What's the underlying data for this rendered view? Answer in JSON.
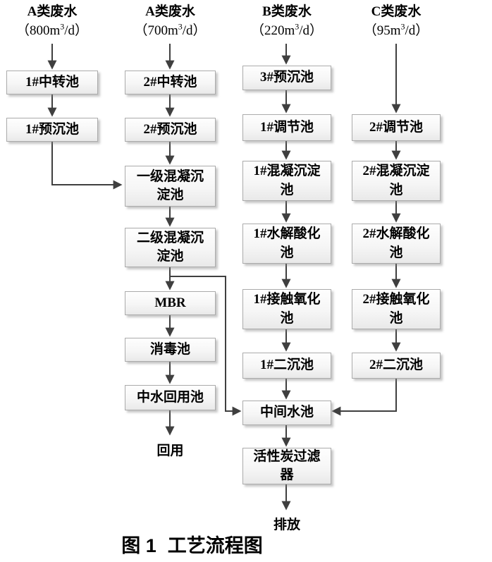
{
  "caption": {
    "figure_label": "图 1",
    "figure_title": "工艺流程图"
  },
  "streams": [
    {
      "name": "A类废水",
      "flow_pre": "（800m",
      "flow_sup": "3",
      "flow_post": "/d）"
    },
    {
      "name": "A类废水",
      "flow_pre": "（700m",
      "flow_sup": "3",
      "flow_post": "/d）"
    },
    {
      "name": "B类废水",
      "flow_pre": "（220m",
      "flow_sup": "3",
      "flow_post": "/d）"
    },
    {
      "name": "C类废水",
      "flow_pre": "（95m",
      "flow_sup": "3",
      "flow_post": "/d）"
    }
  ],
  "nodes": {
    "transfer_pool_1": "1#中转池",
    "presed_pool_1": "1#预沉池",
    "transfer_pool_2": "2#中转池",
    "presed_pool_2": "2#预沉池",
    "primary_coag_sed": "一级混凝沉\n淀池",
    "secondary_coag_sed": "二级混凝沉\n淀池",
    "mbr": "MBR",
    "disinfection_pool": "消毒池",
    "reclaimed_water_pool": "中水回用池",
    "presed_pool_3": "3#预沉池",
    "regulating_pool_1": "1#调节池",
    "coag_sed_pool_1": "1#混凝沉淀\n池",
    "hydrolysis_pool_1": "1#水解酸化\n池",
    "contact_ox_pool_1": "1#接触氧化\n池",
    "secondary_sed_pool_1": "1#二沉池",
    "intermediate_water_pool": "中间水池",
    "carbon_filter": "活性炭过滤\n器",
    "regulating_pool_2": "2#调节池",
    "coag_sed_pool_2": "2#混凝沉淀\n池",
    "hydrolysis_pool_2": "2#水解酸化\n池",
    "contact_ox_pool_2": "2#接触氧化\n池",
    "secondary_sed_pool_2": "2#二沉池"
  },
  "terminals": {
    "reuse": "回用",
    "discharge": "排放"
  },
  "edges": [
    [
      "stream_a1",
      "transfer_pool_1"
    ],
    [
      "transfer_pool_1",
      "presed_pool_1"
    ],
    [
      "presed_pool_1",
      "primary_coag_sed"
    ],
    [
      "stream_a2",
      "transfer_pool_2"
    ],
    [
      "transfer_pool_2",
      "presed_pool_2"
    ],
    [
      "presed_pool_2",
      "primary_coag_sed"
    ],
    [
      "primary_coag_sed",
      "secondary_coag_sed"
    ],
    [
      "secondary_coag_sed",
      "mbr"
    ],
    [
      "secondary_coag_sed",
      "intermediate_water_pool"
    ],
    [
      "mbr",
      "disinfection_pool"
    ],
    [
      "disinfection_pool",
      "reclaimed_water_pool"
    ],
    [
      "reclaimed_water_pool",
      "reuse"
    ],
    [
      "stream_b",
      "presed_pool_3"
    ],
    [
      "presed_pool_3",
      "regulating_pool_1"
    ],
    [
      "regulating_pool_1",
      "coag_sed_pool_1"
    ],
    [
      "coag_sed_pool_1",
      "hydrolysis_pool_1"
    ],
    [
      "hydrolysis_pool_1",
      "contact_ox_pool_1"
    ],
    [
      "contact_ox_pool_1",
      "secondary_sed_pool_1"
    ],
    [
      "secondary_sed_pool_1",
      "intermediate_water_pool"
    ],
    [
      "intermediate_water_pool",
      "carbon_filter"
    ],
    [
      "carbon_filter",
      "discharge"
    ],
    [
      "stream_c",
      "regulating_pool_2"
    ],
    [
      "regulating_pool_2",
      "coag_sed_pool_2"
    ],
    [
      "coag_sed_pool_2",
      "hydrolysis_pool_2"
    ],
    [
      "hydrolysis_pool_2",
      "contact_ox_pool_2"
    ],
    [
      "contact_ox_pool_2",
      "secondary_sed_pool_2"
    ],
    [
      "secondary_sed_pool_2",
      "intermediate_water_pool"
    ]
  ],
  "colors": {
    "arrow": "#3f3f3f",
    "box_border": "#ababab",
    "box_fill": "#f3f3f3",
    "text": "#000000"
  }
}
